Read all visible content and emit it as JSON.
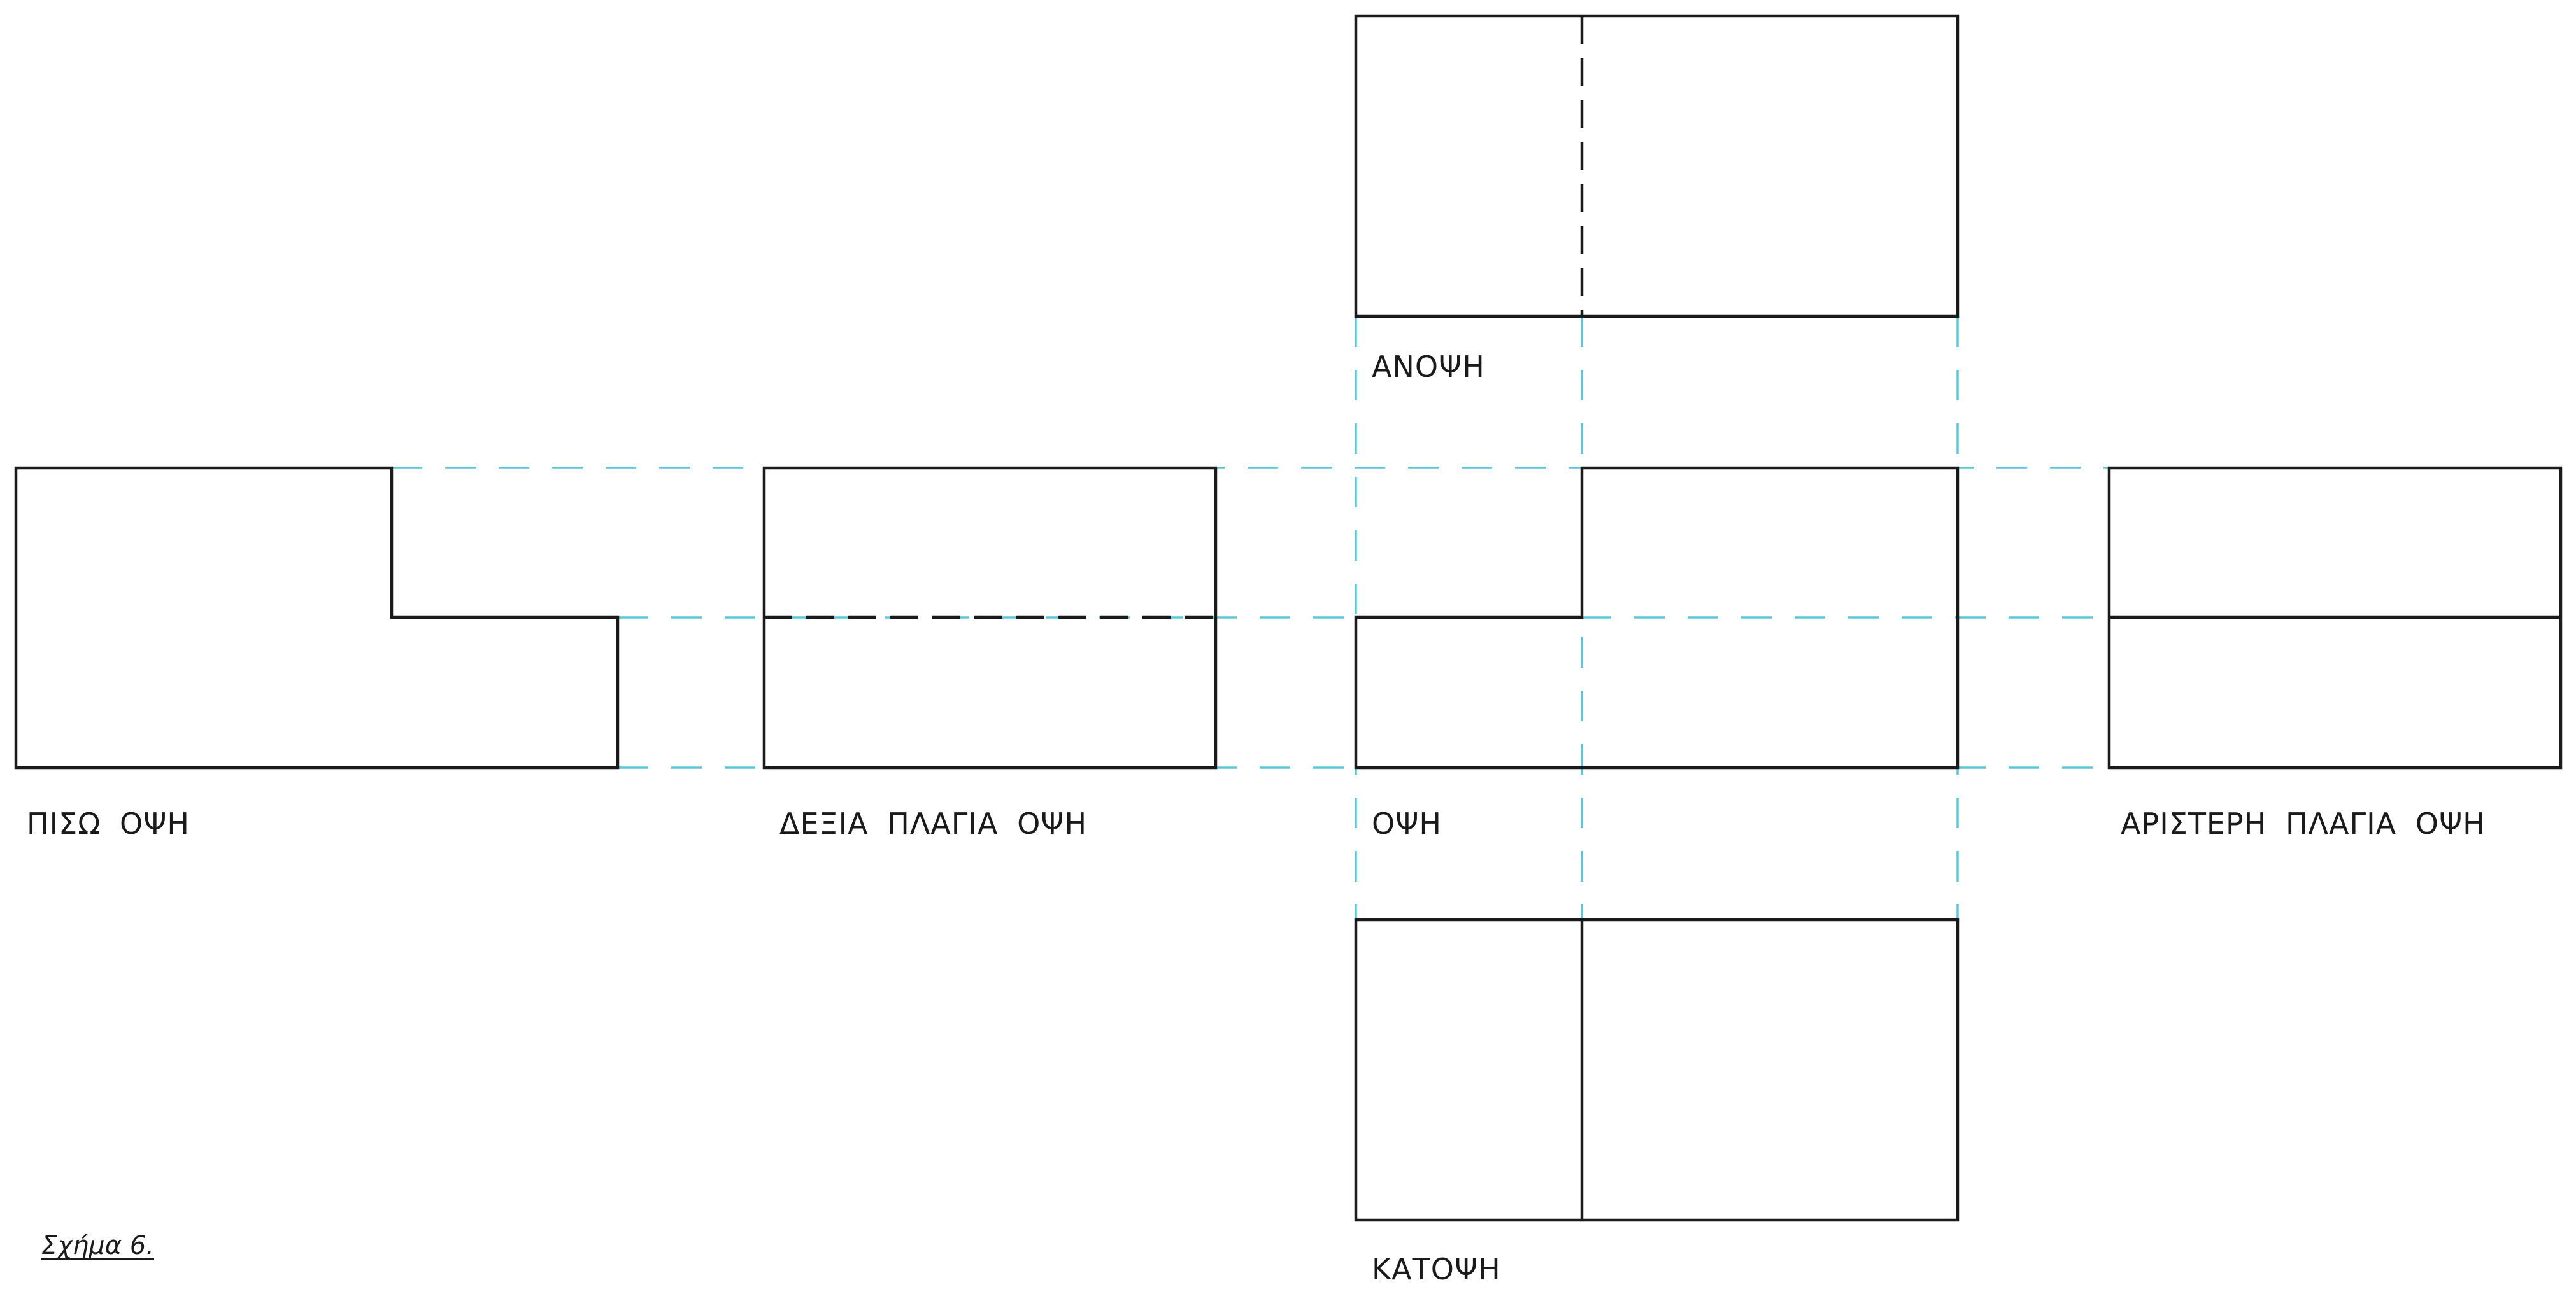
{
  "figure": {
    "caption": "Σχήμα 6.",
    "colors": {
      "object_lines": "#1a1a1a",
      "projection_lines": "#5bc6d8",
      "background": "#ffffff"
    },
    "views": {
      "top": {
        "label": "ΑΝΟΨΗ"
      },
      "front": {
        "label": "ΟΨΗ"
      },
      "bottom": {
        "label": "ΚΑΤΟΨΗ"
      },
      "back": {
        "label": "ΠΙΣΩ ΟΨΗ"
      },
      "right_side": {
        "label": "ΔΕΞΙΑ ΠΛΑΓΙΑ ΟΨΗ"
      },
      "left_side": {
        "label": "ΑΡΙΣΤΕΡΗ ΠΛΑΓΙΑ ΟΨΗ"
      }
    }
  }
}
